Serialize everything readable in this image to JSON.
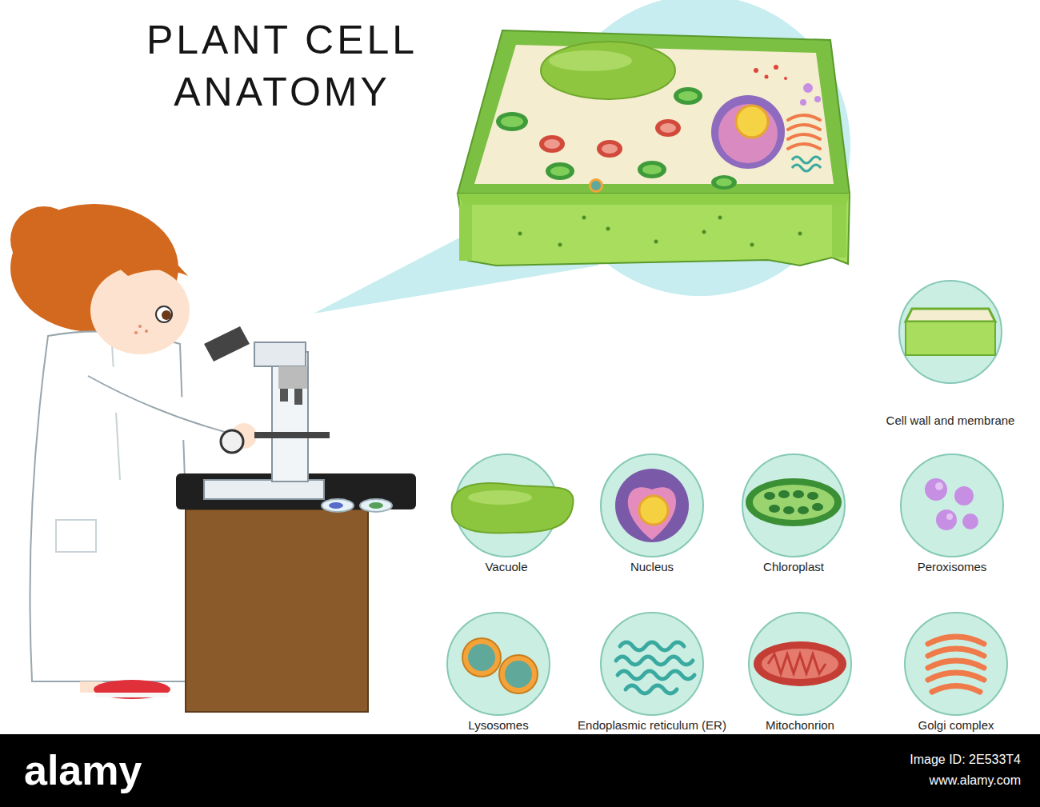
{
  "diagram": {
    "title": "PLANT CELL ANATOMY",
    "nodes": [
      {
        "text": [
          "Cell wall and membrane"
        ]
      },
      {
        "text": [
          "Vacuole"
        ]
      },
      {
        "text": [
          "Nucleus"
        ]
      },
      {
        "text": [
          "Chloroplast"
        ]
      },
      {
        "text": [
          "Peroxisomes"
        ]
      },
      {
        "text": [
          "Lysosomes"
        ]
      },
      {
        "text": [
          "Endoplasmic reticulum (ER)"
        ]
      },
      {
        "text": [
          "Mitochonrion"
        ]
      },
      {
        "text": [
          "Golgi complex"
        ]
      }
    ],
    "labels": [
      "alamy",
      "Image ID: 2E533T4",
      "www.alamy.com"
    ]
  }
}
